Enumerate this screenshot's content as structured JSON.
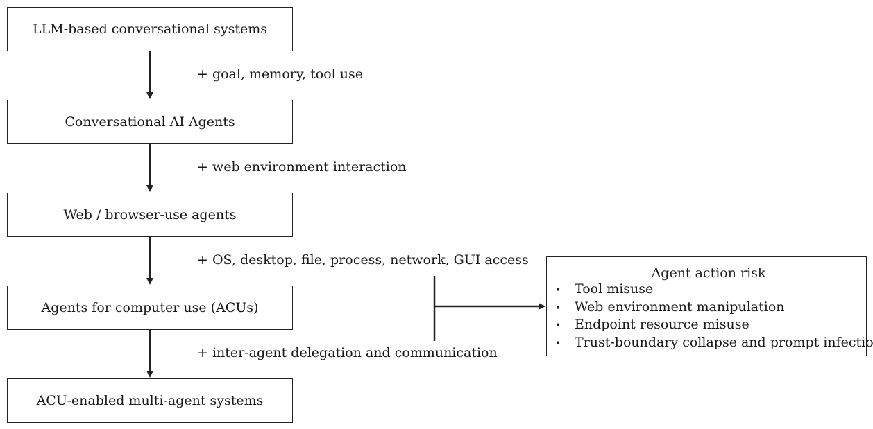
{
  "stages": [
    {
      "label": "LLM-based conversational systems"
    },
    {
      "label": "Conversational AI Agents"
    },
    {
      "label": "Web / browser-use agents"
    },
    {
      "label": "Agents for computer use (ACUs)"
    },
    {
      "label": "ACU-enabled multi-agent systems"
    }
  ],
  "transitions": [
    {
      "label": "+ goal, memory, tool use"
    },
    {
      "label": "+ web environment interaction"
    },
    {
      "label": "+ OS, desktop, file, process, network, GUI access"
    },
    {
      "label": "+ inter-agent delegation and communication"
    }
  ],
  "risk_panel": {
    "title": "Agent action risk",
    "bullet_symbol": "•",
    "items": [
      {
        "label": "Tool misuse"
      },
      {
        "label": "Web environment manipulation"
      },
      {
        "label": "Endpoint resource misuse"
      },
      {
        "label": "Trust-boundary collapse and prompt infection"
      }
    ]
  },
  "colors": {
    "line": "#222222",
    "text": "#1a1a1a",
    "background": "#ffffff"
  }
}
